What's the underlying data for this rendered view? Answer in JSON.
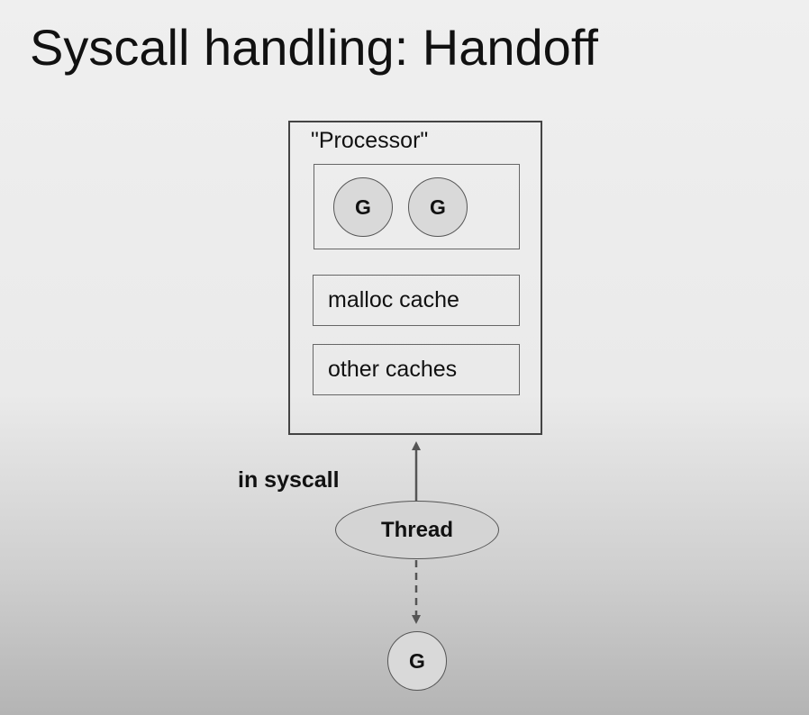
{
  "slide": {
    "title": "Syscall handling: Handoff"
  },
  "diagram": {
    "processor_label": "\"Processor\"",
    "queue": [
      "G",
      "G"
    ],
    "caches": {
      "malloc": "malloc cache",
      "other": "other caches"
    },
    "syscall_label": "in syscall",
    "thread_label": "Thread",
    "detached_g": "G",
    "colors": {
      "node_fill": "#d9d9d9",
      "stroke": "#555555",
      "arrow": "#555555"
    }
  }
}
